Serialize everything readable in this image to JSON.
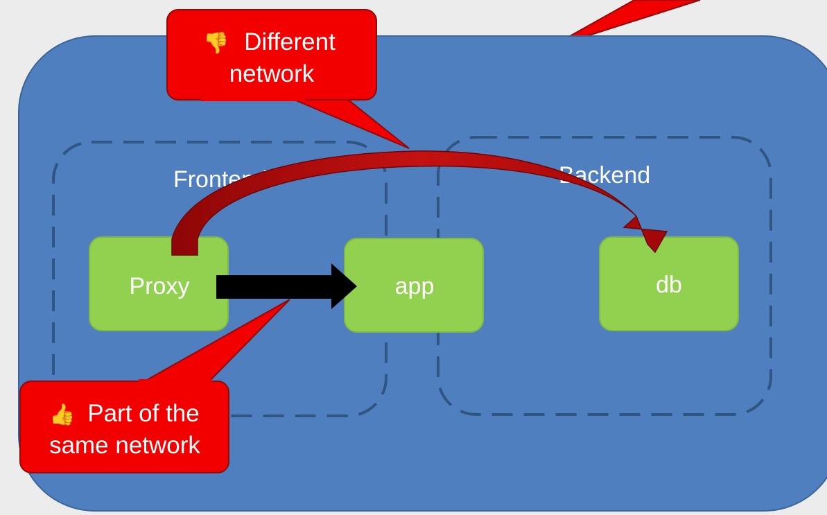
{
  "colors": {
    "background": "#ececec",
    "host_fill": "#4f7fbf",
    "host_border": "#3a6598",
    "network_border": "#2f5583",
    "service_fill": "#92d050",
    "service_border": "#7fb845",
    "callout_fill": "#f20000",
    "callout_border": "#8c0b0b",
    "curved_arrow": "#b00a0a",
    "same_network_arrow": "#000000",
    "text": "#ffffff"
  },
  "networks": [
    {
      "id": "frontend",
      "label": "Frontend"
    },
    {
      "id": "backend",
      "label": "Backend"
    }
  ],
  "services": [
    {
      "id": "proxy",
      "label": "Proxy",
      "network": "frontend"
    },
    {
      "id": "app",
      "label": "app",
      "network": "frontend"
    },
    {
      "id": "db",
      "label": "db",
      "network": "backend"
    }
  ],
  "callouts": {
    "different": {
      "icon": "thumbs-down-icon",
      "glyph": "👎",
      "line1": "Different",
      "line2": "network"
    },
    "same": {
      "icon": "thumbs-up-icon",
      "glyph": "👍",
      "line1": "Part of the",
      "line2": "same network"
    }
  }
}
